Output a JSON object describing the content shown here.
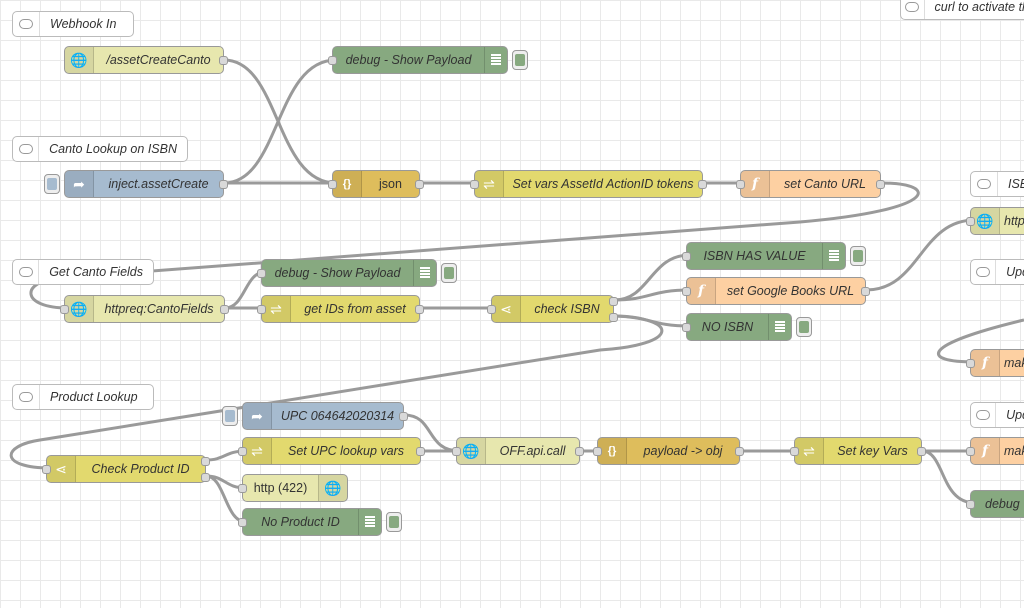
{
  "colors": {
    "http_in": "#e7e7ae",
    "debug": "#87a980",
    "inject": "#a6bbcf",
    "json": "#debd5c",
    "change": "#e2d96e",
    "function": "#fdd0a2",
    "switch": "#e2d96e",
    "http_request": "#e7e7ae"
  },
  "comments": [
    {
      "text": "Webhook In"
    },
    {
      "text": "Canto Lookup on ISBN"
    },
    {
      "text": "Get Canto Fields"
    },
    {
      "text": "Product Lookup"
    },
    {
      "text": "curl to activate th"
    },
    {
      "text": "ISB"
    },
    {
      "text": "Upd"
    },
    {
      "text": "Upd"
    }
  ],
  "nodes": {
    "asset_create_canto": "/assetCreateCanto",
    "debug_show_payload_1": "debug - Show Payload",
    "inject_asset_create": "inject.assetCreate",
    "json": "json",
    "set_vars": "Set vars AssetId ActionID tokens",
    "set_canto_url": "set Canto URL",
    "httpreq_canto_fields": "httpreq:CantoFields",
    "debug_show_payload_2": "debug - Show Payload",
    "get_ids": "get IDs from asset",
    "check_isbn": "check ISBN",
    "isbn_has_value": "ISBN HAS VALUE",
    "set_google_books_url": "set Google Books URL",
    "no_isbn": "NO ISBN",
    "upc_inject": "UPC 064642020314",
    "check_product_id": "Check Product ID",
    "set_upc_vars": "Set UPC lookup vars",
    "off_api_call": "OFF.api.call",
    "payload_obj": "payload -> obj",
    "set_key_vars": "Set key Vars",
    "http_422": "http (422)",
    "no_product_id": "No Product ID",
    "right_http": "http",
    "right_func_1": "mak",
    "right_func_2": "mak",
    "right_debug": "debug"
  },
  "icons": {
    "http_in": "globe-icon",
    "debug": "debug-list-icon",
    "inject": "inject-arrow-icon",
    "json": "json-braces-icon",
    "change": "change-shuffle-icon",
    "function": "function-icon",
    "switch": "switch-icon",
    "http_response": "globe-icon",
    "comment": "comment-bubble-icon"
  }
}
